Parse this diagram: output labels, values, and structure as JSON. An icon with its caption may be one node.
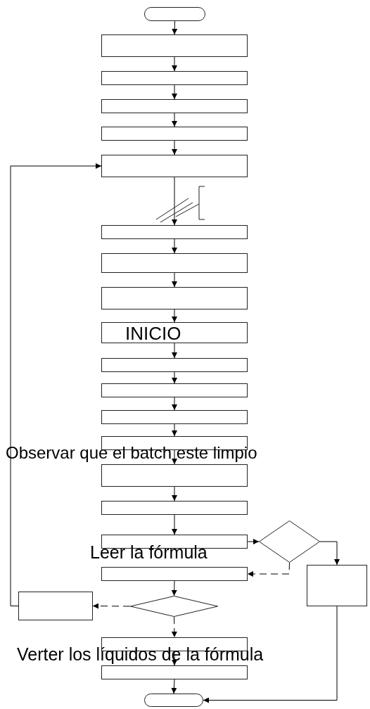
{
  "diagram": {
    "nodes": [
      {
        "text": [],
        "shape": "oval"
      },
      {
        "text": [],
        "shape": "box"
      },
      {
        "text": [],
        "shape": "box"
      },
      {
        "text": [],
        "shape": "box"
      },
      {
        "text": [],
        "shape": "box"
      },
      {
        "text": [],
        "shape": "box"
      },
      {
        "text": [],
        "shape": "box"
      },
      {
        "text": [],
        "shape": "box"
      },
      {
        "text": [],
        "shape": "box"
      },
      {
        "text": [],
        "shape": "box"
      },
      {
        "text": [],
        "shape": "box"
      },
      {
        "text": [],
        "shape": "box"
      },
      {
        "text": [],
        "shape": "box"
      },
      {
        "text": [],
        "shape": "box"
      },
      {
        "text": [],
        "shape": "box"
      },
      {
        "text": [],
        "shape": "box"
      },
      {
        "text": [],
        "shape": "box"
      },
      {
        "text": [],
        "shape": "diamond"
      },
      {
        "text": [],
        "shape": "box"
      },
      {
        "text": [],
        "shape": "box"
      },
      {
        "text": [],
        "shape": "diamond"
      },
      {
        "text": [],
        "shape": "box"
      },
      {
        "text": [],
        "shape": "box"
      },
      {
        "text": [],
        "shape": "box"
      },
      {
        "text": [],
        "shape": "oval"
      }
    ],
    "edges": [
      {
        "from": 0,
        "to": 1,
        "arrow": "to"
      },
      {
        "from": 1,
        "to": 2,
        "arrow": "to"
      },
      {
        "from": 2,
        "to": 3,
        "arrow": "to"
      },
      {
        "from": 3,
        "to": 4,
        "arrow": "to"
      },
      {
        "from": 4,
        "to": 5,
        "arrow": "to"
      },
      {
        "from": 5,
        "to": 6,
        "arrow": "to"
      },
      {
        "from": 6,
        "to": 7,
        "arrow": "to"
      },
      {
        "from": 7,
        "to": 8,
        "arrow": "to"
      },
      {
        "from": 8,
        "to": 9,
        "arrow": "to"
      },
      {
        "from": 9,
        "to": 10,
        "arrow": "to"
      },
      {
        "from": 10,
        "to": 11,
        "arrow": "to"
      },
      {
        "from": 11,
        "to": 12,
        "arrow": "to"
      },
      {
        "from": 12,
        "to": 13,
        "arrow": "to"
      },
      {
        "from": 13,
        "to": 14,
        "arrow": "to"
      },
      {
        "from": 14,
        "to": 15,
        "arrow": "to"
      },
      {
        "from": 15,
        "to": 16,
        "arrow": "to"
      },
      {
        "from": 16,
        "to": 17,
        "arrow": "to"
      },
      {
        "from": 17,
        "to": 19,
        "arrow": "to"
      },
      {
        "from": 17,
        "to": 18,
        "arrow": "to",
        "style": "dashed"
      },
      {
        "from": 18,
        "to": 20,
        "arrow": "to"
      },
      {
        "from": 20,
        "to": 21,
        "arrow": "to",
        "style": "dashed"
      },
      {
        "from": 20,
        "to": 22,
        "arrow": "to",
        "style": "dashed"
      },
      {
        "from": 22,
        "to": 23,
        "arrow": "to"
      },
      {
        "from": 23,
        "to": 24,
        "arrow": "to"
      },
      {
        "from": 19,
        "to": 24,
        "arrow": "to"
      },
      {
        "from": 21,
        "to": 5,
        "arrow": "to"
      }
    ],
    "labels": [
      "INICIO",
      "Observar que el batch este limpio",
      "Leer la fórmula",
      "Verter los líquidos de la fórmula"
    ]
  }
}
